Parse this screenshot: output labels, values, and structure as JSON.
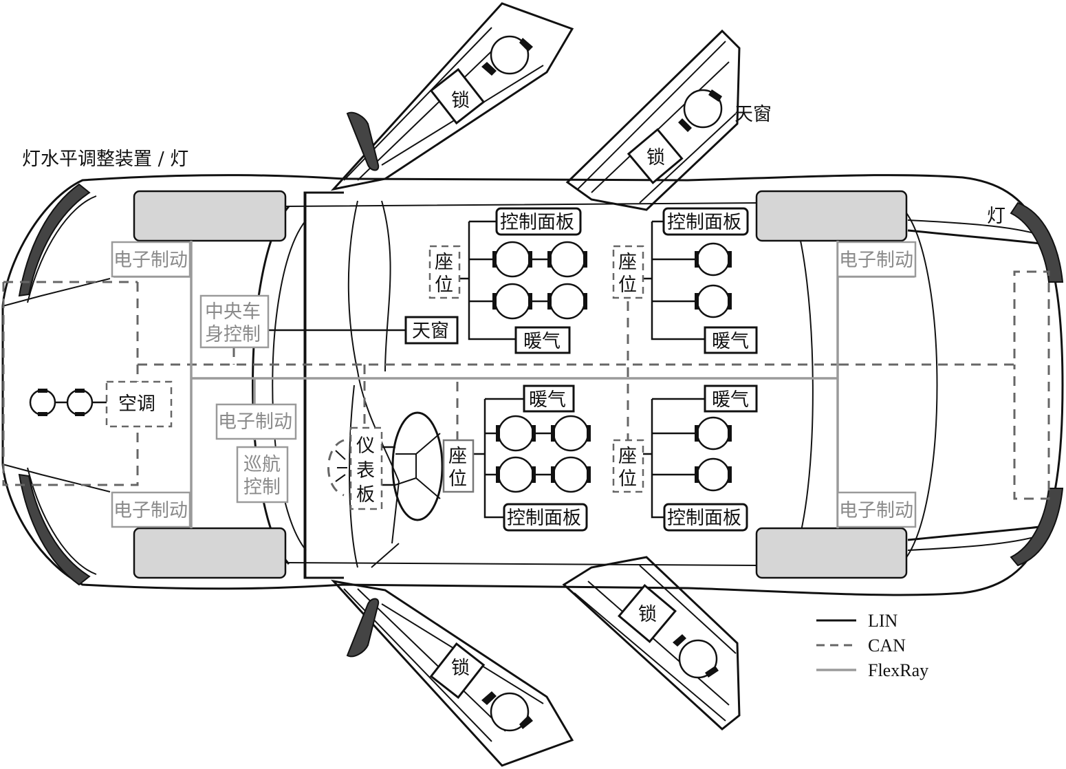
{
  "labels": {
    "headlamp_leveling": "灯水平调整装置 / 灯",
    "sunroof_top": "天窗",
    "lamp_rear": "灯",
    "lock": "锁",
    "sunroof": "天窗",
    "control_panel": "控制面板",
    "seat_line1": "座",
    "seat_line2": "位",
    "heating": "暖气",
    "electronic_brake": "电子制动",
    "central_body_control_line1": "中央车",
    "central_body_control_line2": "身控制",
    "air_conditioning": "空调",
    "cruise_control_line1": "巡航",
    "cruise_control_line2": "控制",
    "instrument_panel_line1": "仪",
    "instrument_panel_line2": "表",
    "instrument_panel_line3": "板"
  },
  "legend": {
    "lin": "LIN",
    "can": "CAN",
    "flexray": "FlexRay"
  },
  "colors": {
    "lin": "#111111",
    "can": "#666666",
    "flexray": "#9a9a9a",
    "wheel": "#d6d6d6"
  }
}
